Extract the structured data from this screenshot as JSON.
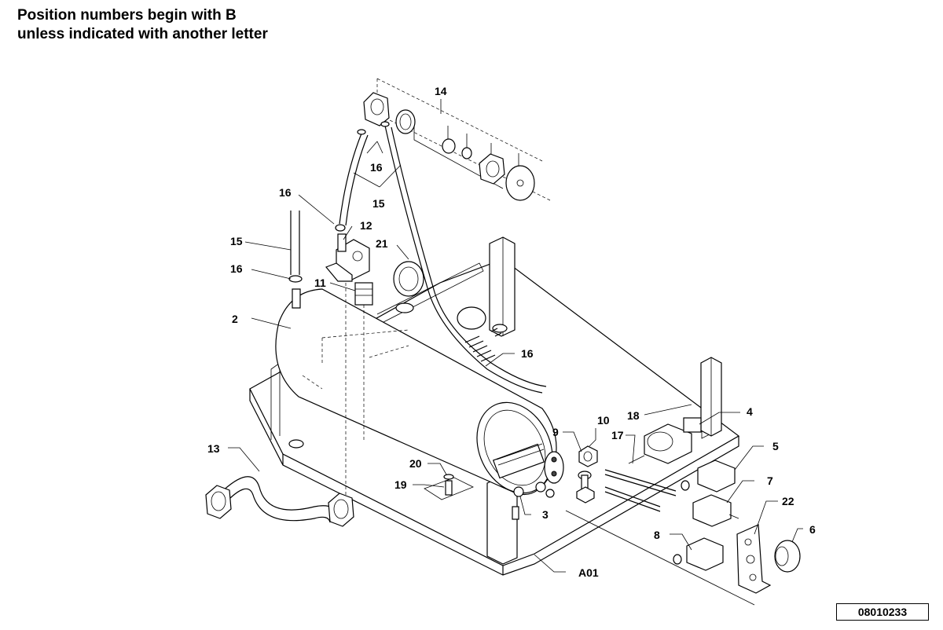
{
  "header": {
    "line1": "Position numbers begin with B",
    "line2": "unless indicated with another letter"
  },
  "drawing_number": "08010233",
  "callouts": {
    "c14": "14",
    "c16a": "16",
    "c15a": "15",
    "c16b": "16",
    "c12": "12",
    "c15b": "15",
    "c21": "21",
    "c16c": "16",
    "c11": "11",
    "c2": "2",
    "c16d": "16",
    "c18": "18",
    "c4": "4",
    "c10": "10",
    "c9": "9",
    "c17": "17",
    "c5": "5",
    "c7": "7",
    "c22": "22",
    "c6": "6",
    "c8": "8",
    "c13": "13",
    "c20": "20",
    "c19": "19",
    "c3": "3",
    "cA01": "A01"
  }
}
